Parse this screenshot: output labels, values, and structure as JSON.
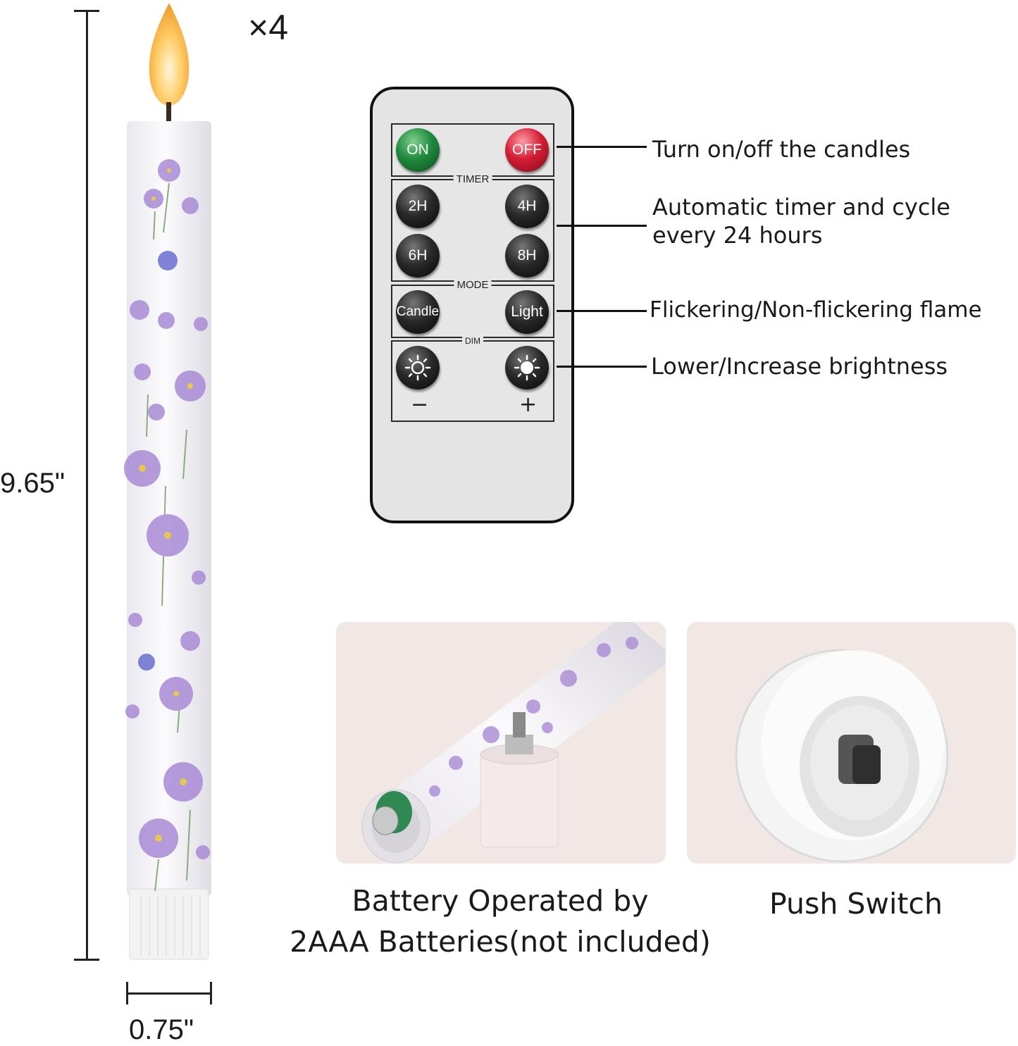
{
  "quantity_label": "×4",
  "dimensions": {
    "height": "9.65\"",
    "width": "0.75\""
  },
  "remote": {
    "power": {
      "on": "ON",
      "off": "OFF"
    },
    "timer": {
      "label": "TIMER",
      "buttons": [
        "2H",
        "4H",
        "6H",
        "8H"
      ]
    },
    "mode": {
      "label": "MODE",
      "candle": "Candle",
      "light": "Light"
    },
    "dim": {
      "label": "DIM",
      "minus": "−",
      "plus": "+"
    }
  },
  "features": [
    {
      "text": "Turn on/off the candles"
    },
    {
      "text": "Automatic timer and cycle\nevery 24 hours"
    },
    {
      "text": "Flickering/Non-flickering flame"
    },
    {
      "text": "Lower/Increase brightness"
    }
  ],
  "captions": {
    "battery": "Battery Operated by\n2AAA Batteries(not included)",
    "switch": "Push Switch"
  },
  "colors": {
    "on_button": "#1f8a3c",
    "off_button": "#d61d35",
    "flower": "#9a7fc9",
    "photo_bg": "#f3e9e6"
  }
}
